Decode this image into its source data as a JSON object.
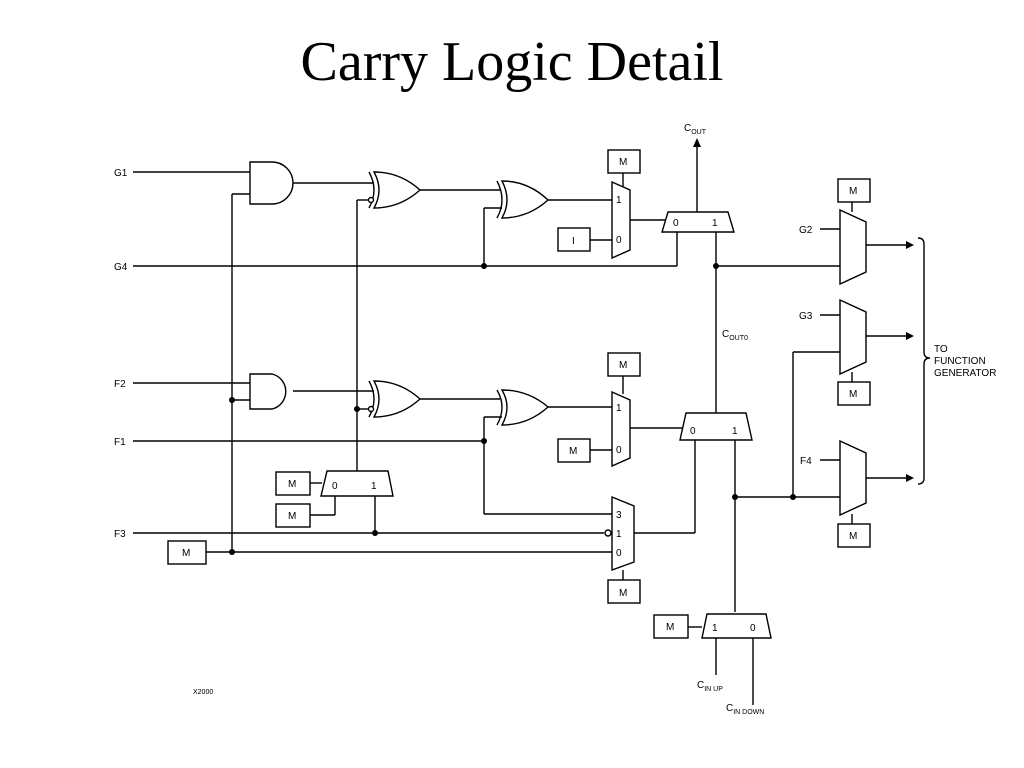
{
  "title": "Carry Logic Detail",
  "inputs": {
    "g1": "G1",
    "g4": "G4",
    "f2": "F2",
    "f1": "F1",
    "f3": "F3",
    "g2": "G2",
    "g3": "G3",
    "f4": "F4"
  },
  "carry": {
    "c": "C",
    "out_sub": "OUT",
    "out0_sub": "OUT0",
    "in_up_sub": "IN UP",
    "in_down_sub": "IN DOWN"
  },
  "config_box_label": "M",
  "const_box_label": "I",
  "mux_labels": {
    "zero": "0",
    "one": "1",
    "three": "3"
  },
  "to_function_generator": [
    "TO",
    "FUNCTION",
    "GENERATOR"
  ],
  "figure_id": "X2000"
}
